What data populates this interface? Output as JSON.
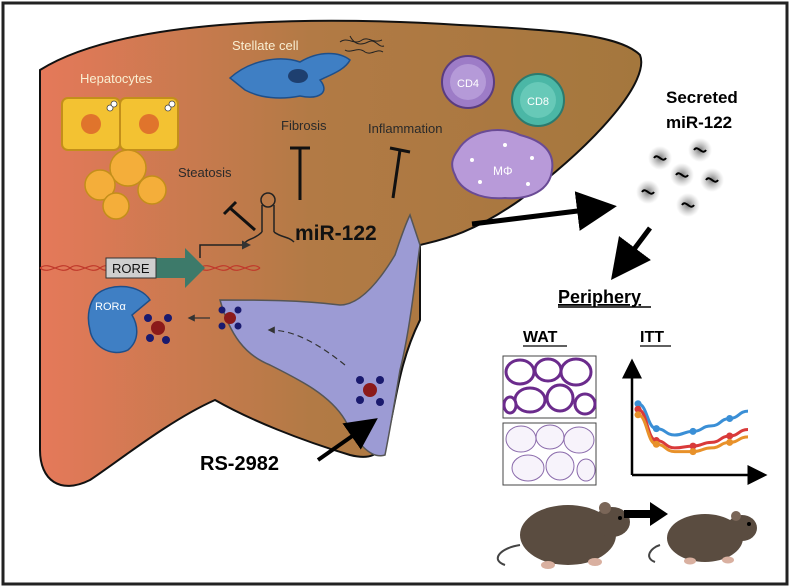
{
  "liver": {
    "hepatocytes_label": "Hepatocytes",
    "stellate_label": "Stellate cell",
    "fibrosis_label": "Fibrosis",
    "steatosis_label": "Steatosis",
    "inflammation_label": "Inflammation",
    "mir_label": "miR-122",
    "rore_label": "RORE",
    "rora_label": "RORα",
    "cd4_label": "CD4",
    "cd8_label": "CD8",
    "macrophage_label": "MΦ"
  },
  "drug": {
    "label": "RS-2982"
  },
  "secreted": {
    "line1": "Secreted",
    "line2": "miR-122"
  },
  "periphery": {
    "title": "Periphery",
    "wat_label": "WAT",
    "itt_label": "ITT"
  },
  "itt_curves": {
    "colors": [
      "#3a8fd6",
      "#d93a3a",
      "#e8912a"
    ],
    "series": [
      {
        "values": [
          0.72,
          0.45,
          0.38,
          0.42,
          0.48,
          0.56,
          0.64
        ]
      },
      {
        "values": [
          0.66,
          0.32,
          0.24,
          0.26,
          0.3,
          0.37,
          0.44
        ]
      },
      {
        "values": [
          0.6,
          0.28,
          0.2,
          0.2,
          0.24,
          0.3,
          0.36
        ]
      }
    ]
  },
  "colors": {
    "liver_fill": "#a9773f",
    "liver_fill_left": "#e07a55",
    "vessel_fill": "#9c9bd4",
    "hepatocyte_fill": "#f3c232",
    "stellate_fill": "#3f7fc4",
    "cd4_fill": "#9d7cc7",
    "cd8_fill": "#4bb7a6",
    "macrophage_fill": "#b89ad9"
  }
}
